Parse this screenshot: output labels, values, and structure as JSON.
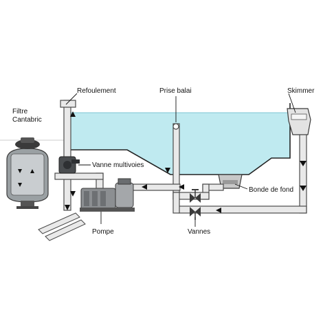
{
  "labels": {
    "filtre_line1": "Filtre",
    "filtre_line2": "Cantabric",
    "refoulement": "Refoulement",
    "prise_balai": "Prise balai",
    "skimmer": "Skimmer",
    "vanne_multivoies": "Vanne multivoies",
    "bonde_de_fond": "Bonde de fond",
    "pompe": "Pompe",
    "vannes": "Vannes"
  },
  "colors": {
    "water": "#bfeaf0",
    "pool_outline": "#222222",
    "pipe_fill": "#e9e9e9",
    "pipe_stroke": "#4a4a4a",
    "filter_body": "#9aa0a3",
    "filter_lid": "#3a3a3a",
    "pump_body": "#8c8f92"
  }
}
